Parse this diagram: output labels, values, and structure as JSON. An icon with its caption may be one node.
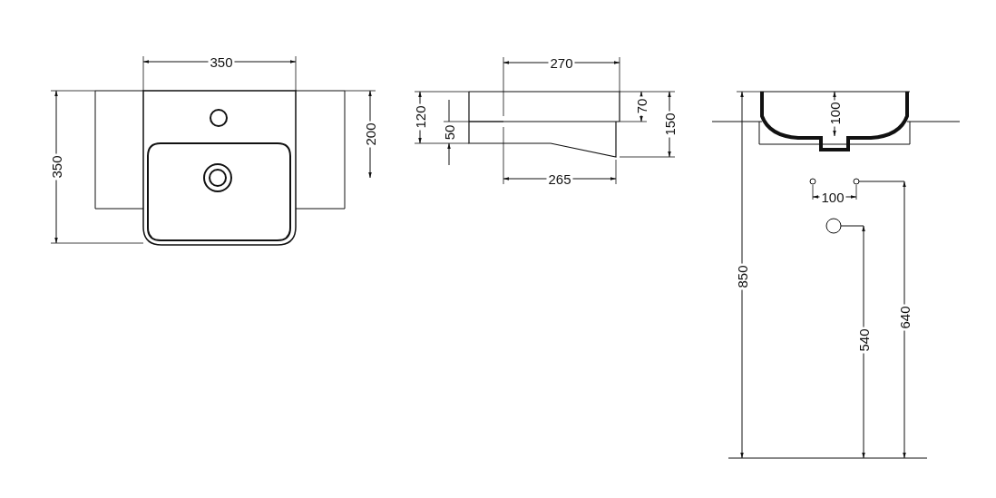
{
  "diagram": {
    "labels": [
      "350",
      "350",
      "200",
      "270",
      "120",
      "50",
      "70",
      "150",
      "265",
      "100",
      "100",
      "850",
      "540",
      "640"
    ]
  }
}
